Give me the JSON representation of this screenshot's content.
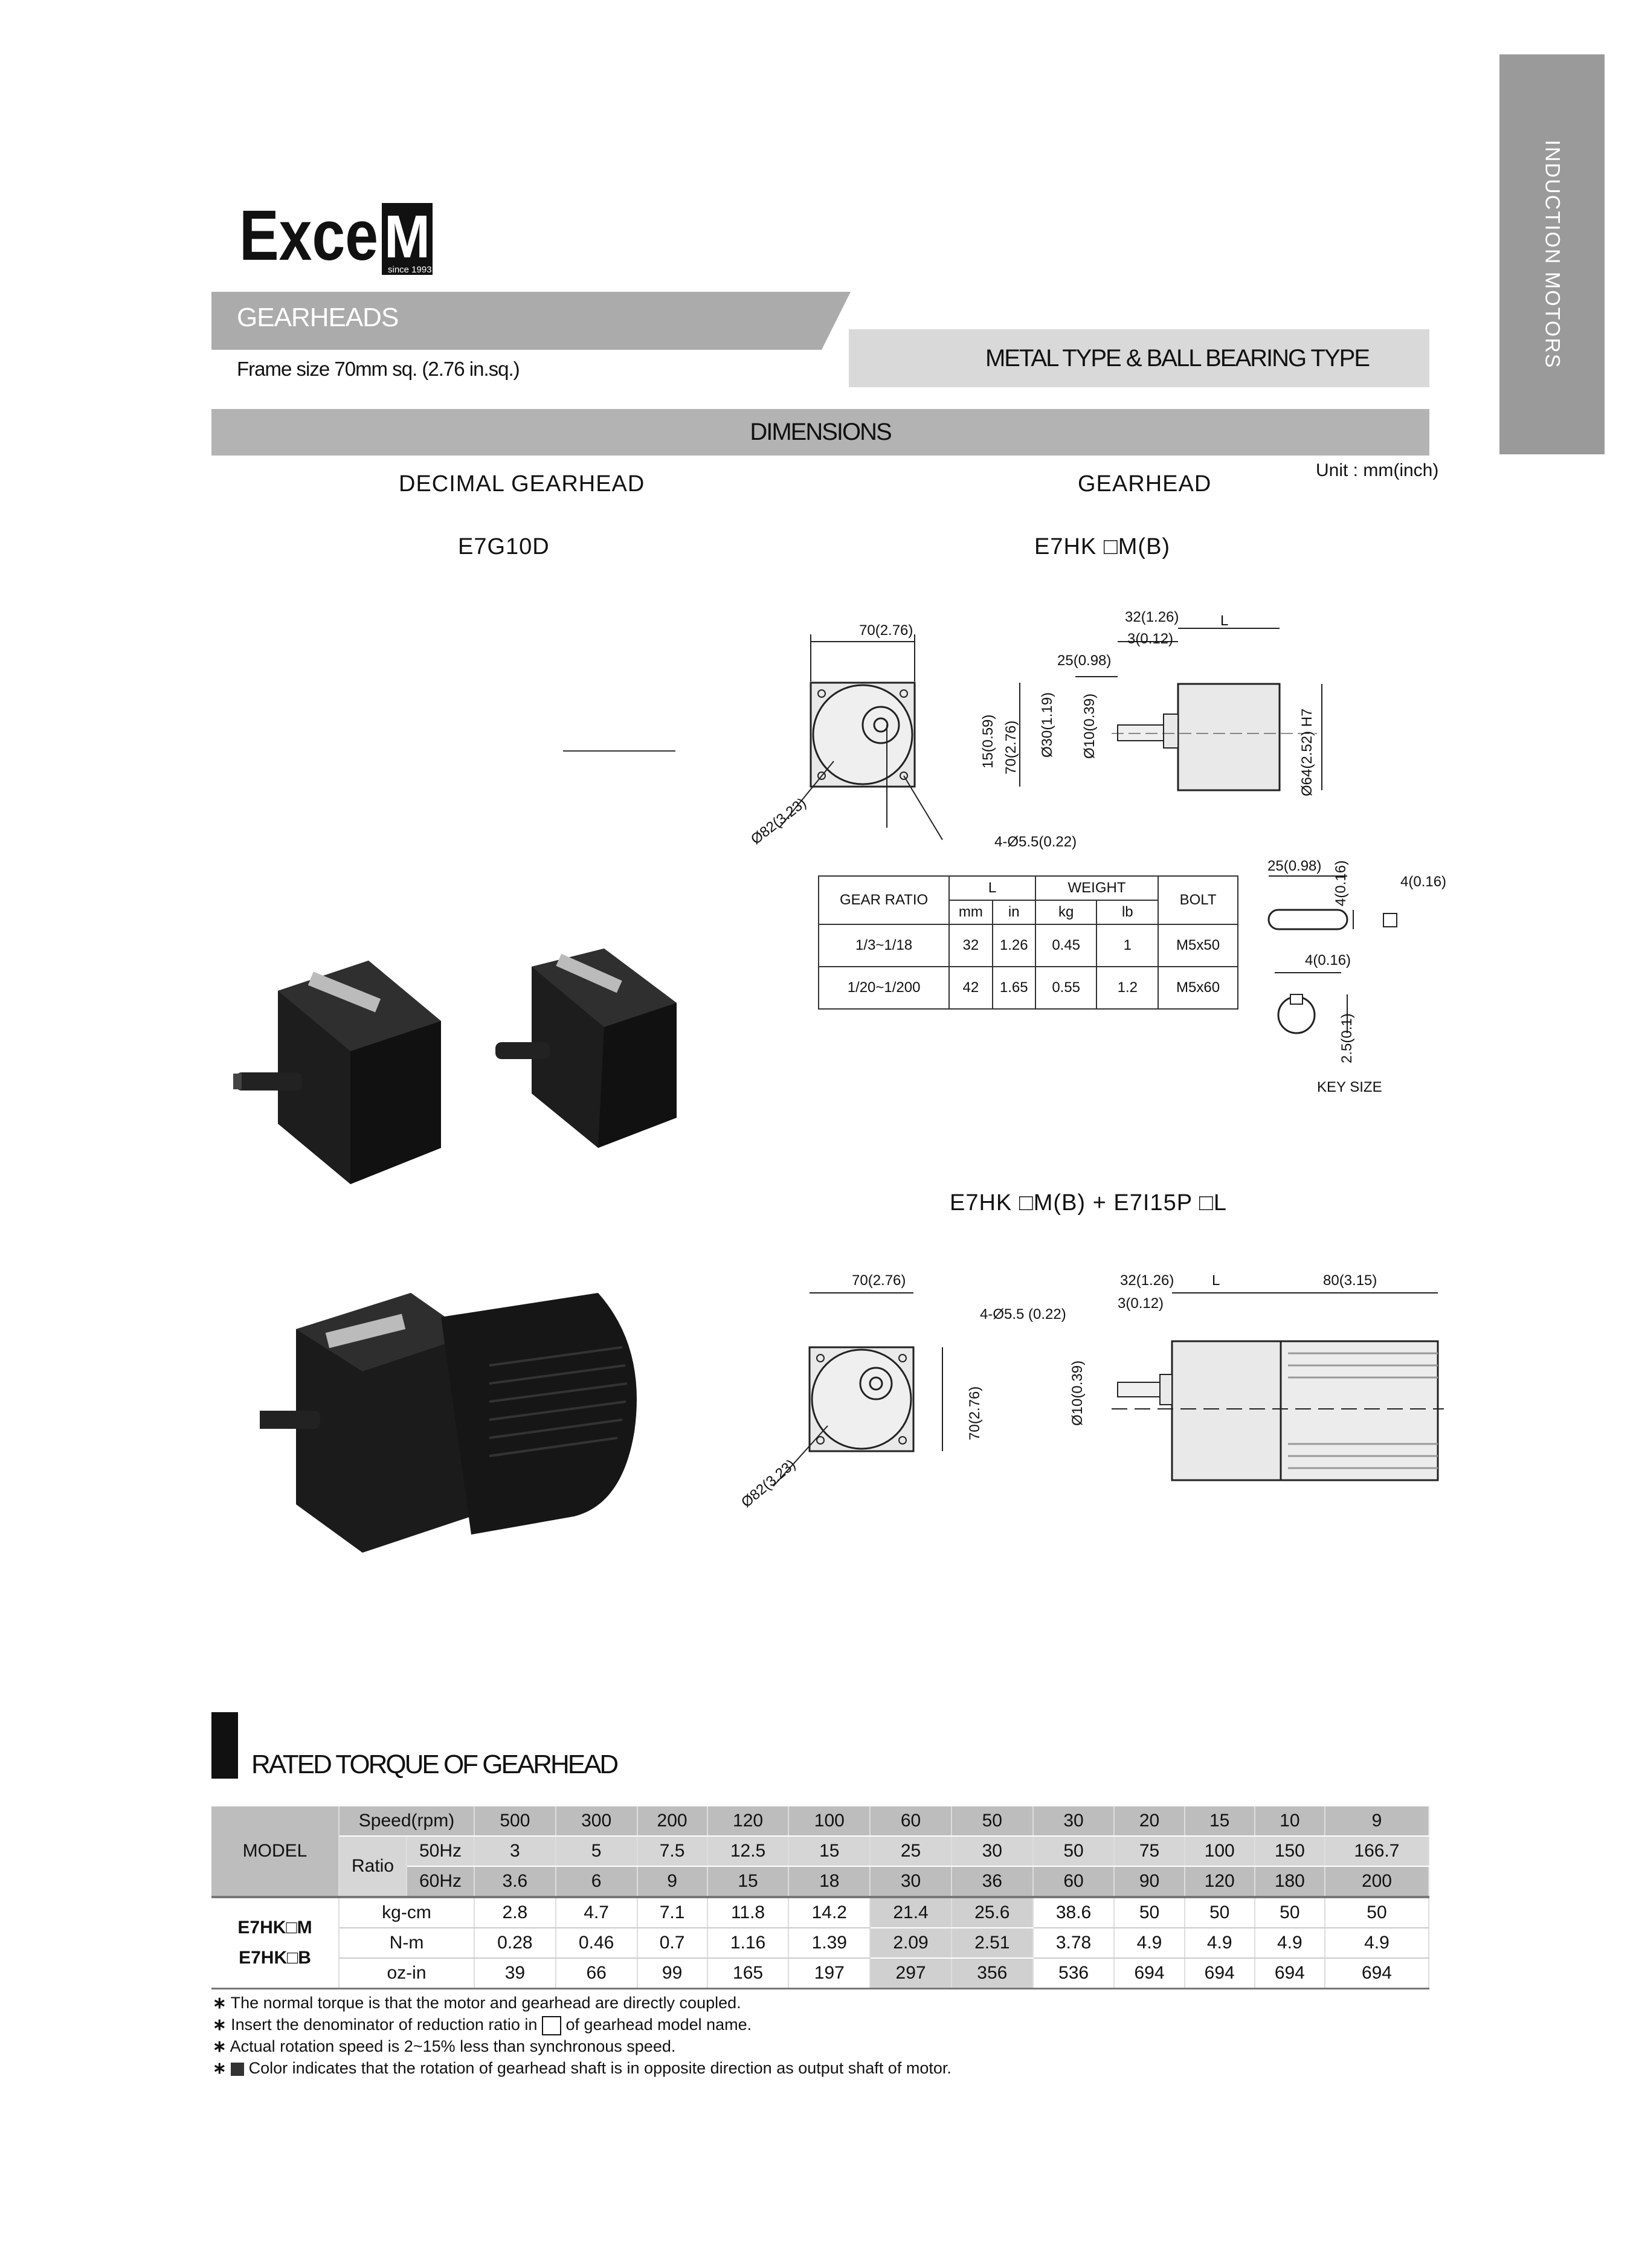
{
  "side_tab": "INDUCTION MOTORS",
  "logo": {
    "text": "ExceM",
    "since": "since 1993"
  },
  "header": {
    "section": "GEARHEADS",
    "frame": "Frame size 70mm sq. (2.76 in.sq.)",
    "type": "METAL TYPE & BALL BEARING TYPE",
    "dimensions": "DIMENSIONS"
  },
  "left": {
    "heading": "DECIMAL GEARHEAD",
    "model": "E7G10D"
  },
  "right": {
    "heading": "GEARHEAD",
    "unit": "Unit : mm(inch)",
    "model": "E7HK □M(B)",
    "model2": "E7HK □M(B) + E7I15P □L",
    "key_size": "KEY SIZE"
  },
  "drawing1": {
    "dim_70": "70(2.76)",
    "dim_32": "32(1.26)",
    "dim_L": "L",
    "dim_3": "3(0.12)",
    "dim_25": "25(0.98)",
    "dim_30": "Ø30(1.19)",
    "dim_10": "Ø10(0.39)",
    "dim_64": "Ø64(2.52) H7",
    "dim_15": "15(0.59)",
    "dim_70v": "70(2.76)",
    "dim_82": "Ø82(3.23)",
    "dim_holes": "4-Ø5.5(0.22)"
  },
  "keys": {
    "k25": "25(0.98)",
    "k4a": "4(0.16)",
    "k4b": "4(0.16)",
    "k4c": "4(0.16)",
    "k25b": "2.5(0.1)"
  },
  "gear_table": {
    "h_ratio": "GEAR RATIO",
    "h_L": "L",
    "h_weight": "WEIGHT",
    "h_bolt": "BOLT",
    "h_mm": "mm",
    "h_in": "in",
    "h_kg": "kg",
    "h_lb": "lb",
    "rows": [
      {
        "ratio": "1/3~1/18",
        "mm": "32",
        "in": "1.26",
        "kg": "0.45",
        "lb": "1",
        "bolt": "M5x50"
      },
      {
        "ratio": "1/20~1/200",
        "mm": "42",
        "in": "1.65",
        "kg": "0.55",
        "lb": "1.2",
        "bolt": "M5x60"
      }
    ]
  },
  "drawing2": {
    "dim_70": "70(2.76)",
    "dim_holes": "4-Ø5.5 (0.22)",
    "dim_70v": "70(2.76)",
    "dim_82": "Ø82(3.23)",
    "dim_32": "32(1.26)",
    "dim_L": "L",
    "dim_80": "80(3.15)",
    "dim_3": "3(0.12)",
    "dim_10": "Ø10(0.39)"
  },
  "torque": {
    "title": "RATED TORQUE OF GEARHEAD",
    "model_label": "MODEL",
    "speed_label": "Speed(rpm)",
    "ratio_label": "Ratio",
    "hz50": "50Hz",
    "hz60": "60Hz",
    "speeds": [
      "500",
      "300",
      "200",
      "120",
      "100",
      "60",
      "50",
      "30",
      "20",
      "15",
      "10",
      "9"
    ],
    "r50": [
      "3",
      "5",
      "7.5",
      "12.5",
      "15",
      "25",
      "30",
      "50",
      "75",
      "100",
      "150",
      "166.7"
    ],
    "r60": [
      "3.6",
      "6",
      "9",
      "15",
      "18",
      "30",
      "36",
      "60",
      "90",
      "120",
      "180",
      "200"
    ],
    "model1": "E7HK□M",
    "model2": "E7HK□B",
    "units": [
      "kg-cm",
      "N-m",
      "oz-in"
    ],
    "kgcm": [
      "2.8",
      "4.7",
      "7.1",
      "11.8",
      "14.2",
      "21.4",
      "25.6",
      "38.6",
      "50",
      "50",
      "50",
      "50"
    ],
    "nm": [
      "0.28",
      "0.46",
      "0.7",
      "1.16",
      "1.39",
      "2.09",
      "2.51",
      "3.78",
      "4.9",
      "4.9",
      "4.9",
      "4.9"
    ],
    "ozin": [
      "39",
      "66",
      "99",
      "165",
      "197",
      "297",
      "356",
      "536",
      "694",
      "694",
      "694",
      "694"
    ]
  },
  "notes": {
    "n1": "The normal torque is that the motor and gearhead are directly coupled.",
    "n2a": "Insert the denominator of reduction ratio in",
    "n2b": "of gearhead model name.",
    "n3": "Actual rotation speed is 2~15% less than synchronous speed.",
    "n4": "Color indicates that the rotation of gearhead shaft is in opposite direction as output shaft of motor.",
    "star": "∗"
  }
}
